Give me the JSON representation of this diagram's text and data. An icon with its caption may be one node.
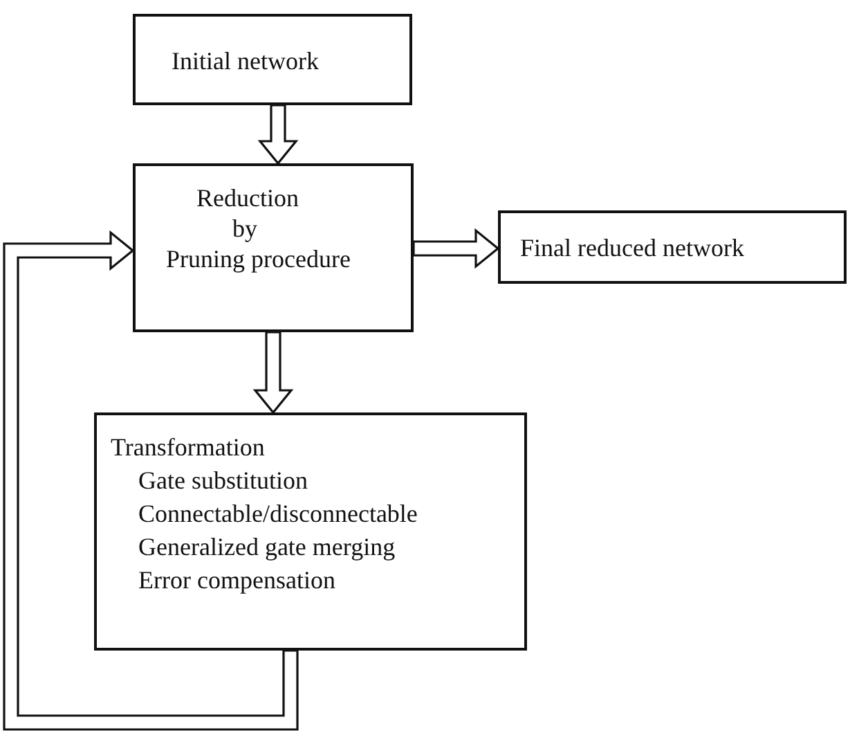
{
  "diagram": {
    "nodes": [
      {
        "text": [
          "Initial network"
        ]
      },
      {
        "text": [
          "Reduction",
          "by",
          "Pruning procedure"
        ]
      },
      {
        "text": [
          "Final reduced network"
        ]
      },
      {
        "text": [
          "Transformation",
          "Gate substitution",
          "Connectable/disconnectable",
          "Generalized gate merging",
          "Error compensation"
        ]
      }
    ],
    "edges": [
      {
        "from": 0,
        "to": 1,
        "arrow": "to"
      },
      {
        "from": 1,
        "to": 2,
        "arrow": "to"
      },
      {
        "from": 1,
        "to": 3,
        "arrow": "to"
      },
      {
        "from": 3,
        "to": 1,
        "arrow": "to"
      }
    ]
  }
}
